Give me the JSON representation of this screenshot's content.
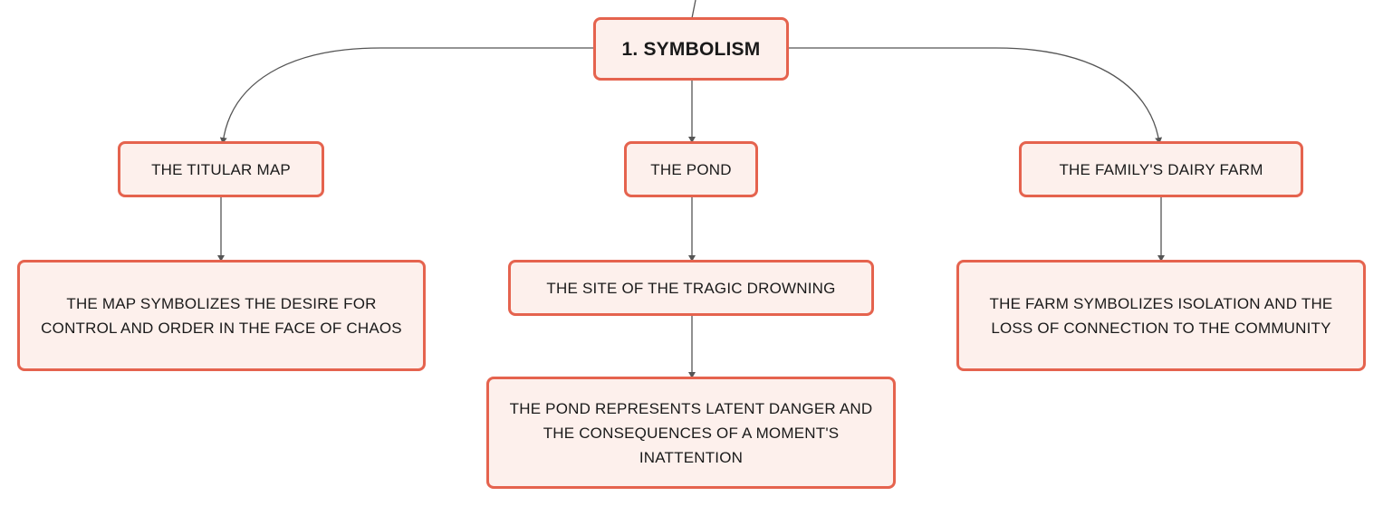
{
  "diagram": {
    "root": {
      "label": "1. SYMBOLISM"
    },
    "branches": [
      {
        "label": "THE TITULAR MAP",
        "children": [
          {
            "label": "THE MAP SYMBOLIZES THE DESIRE FOR CONTROL AND ORDER IN THE FACE OF CHAOS"
          }
        ]
      },
      {
        "label": "THE POND",
        "children": [
          {
            "label": "THE SITE OF THE TRAGIC DROWNING",
            "children": [
              {
                "label": "THE POND REPRESENTS LATENT DANGER AND THE CONSEQUENCES OF A MOMENT'S INATTENTION"
              }
            ]
          }
        ]
      },
      {
        "label": "THE FAMILY'S DAIRY FARM",
        "children": [
          {
            "label": "THE FARM SYMBOLIZES ISOLATION AND THE LOSS OF CONNECTION TO THE COMMUNITY"
          }
        ]
      }
    ],
    "colors": {
      "node_border": "#e5634e",
      "node_fill": "#fdf0ec",
      "connector": "#555555"
    }
  }
}
